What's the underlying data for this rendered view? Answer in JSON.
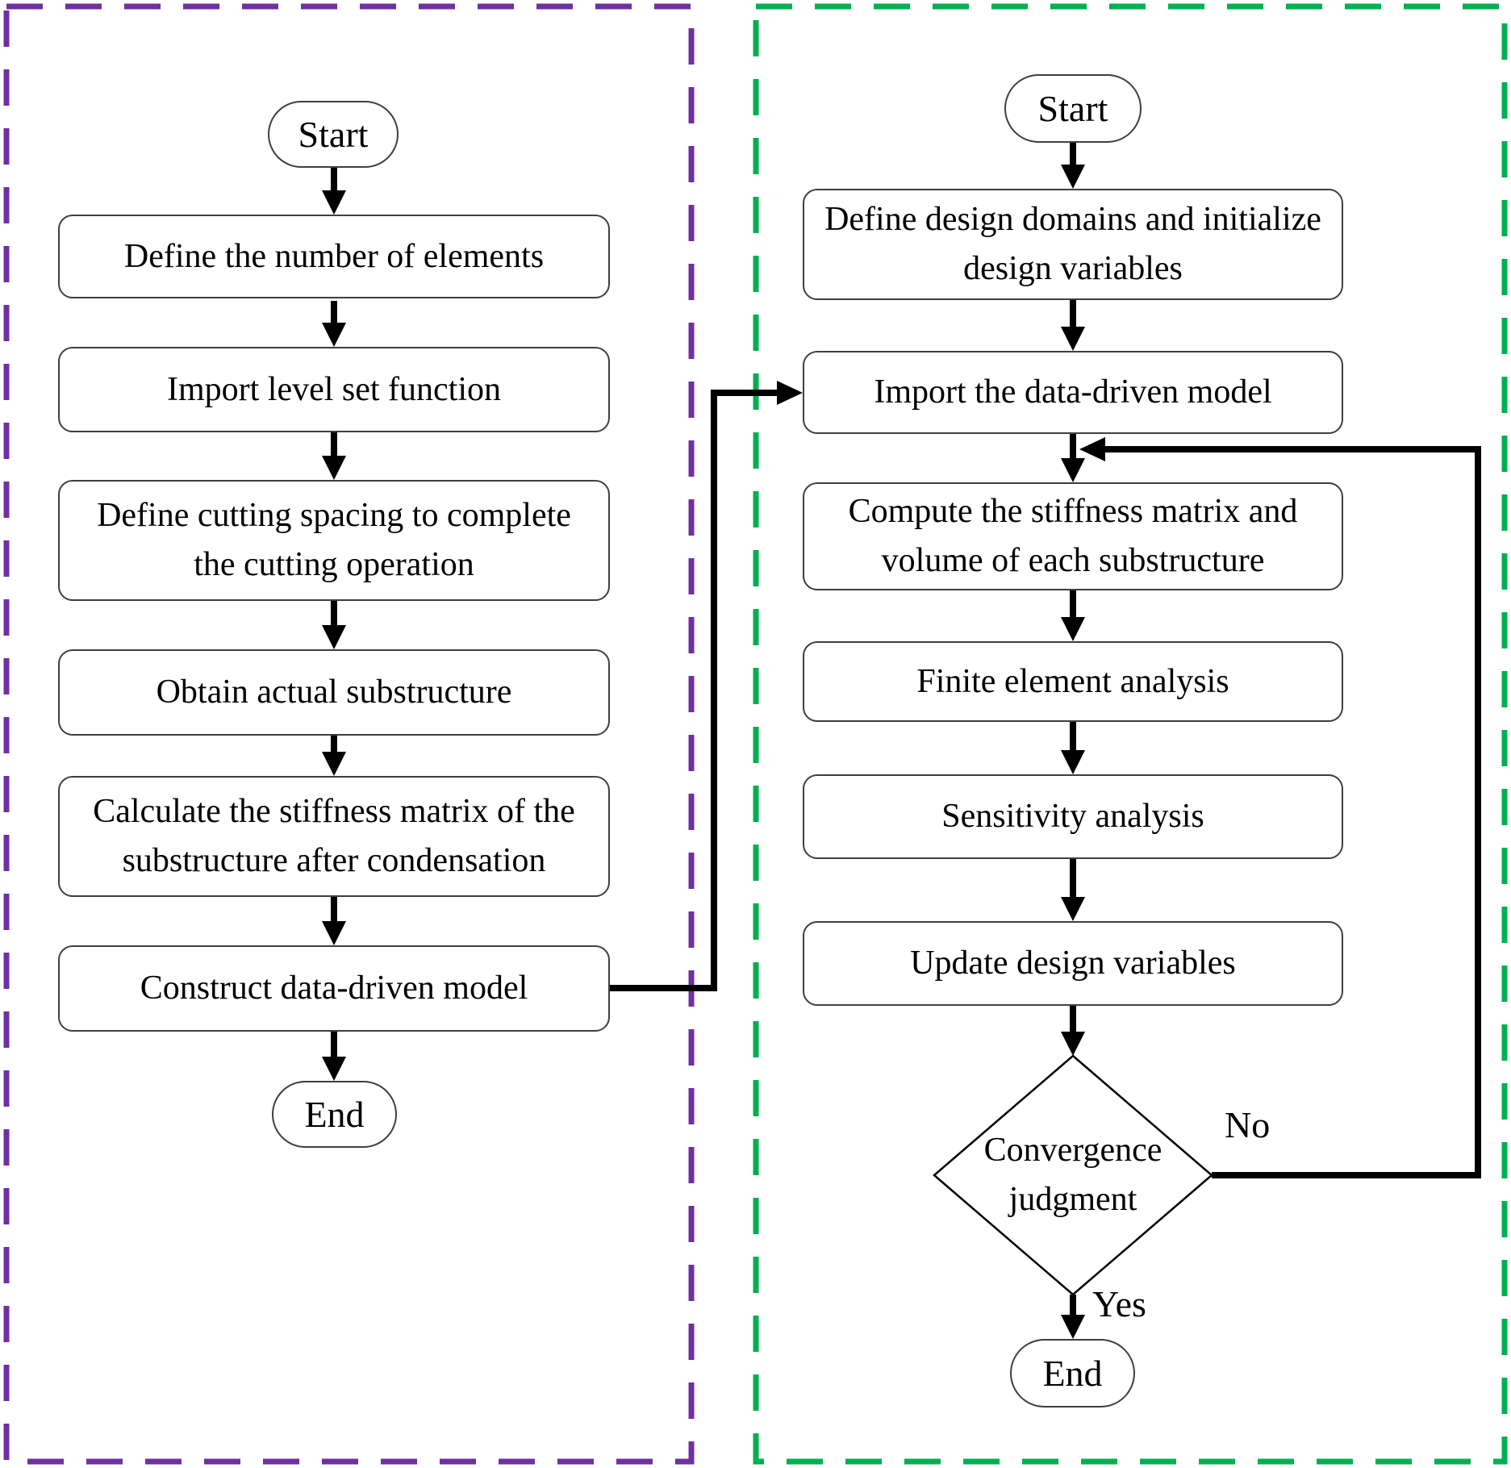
{
  "diagram": {
    "line_color": "#000000",
    "node_border_color": "#3f3f3f",
    "left_panel": {
      "border_color": "#7030A0",
      "start_label": "Start",
      "steps": [
        "Define the number of elements",
        "Import level set function",
        "Define cutting spacing to complete\nthe cutting operation",
        "Obtain actual substructure",
        "Calculate the stiffness matrix of the\nsubstructure after condensation",
        "Construct data-driven model"
      ],
      "end_label": "End"
    },
    "right_panel": {
      "border_color": "#00B050",
      "start_label": "Start",
      "steps": [
        "Define design domains and initialize\ndesign variables",
        "Import the data-driven model",
        "Compute the stiffness matrix and\nvolume of each substructure",
        "Finite element analysis",
        "Sensitivity analysis",
        "Update design variables"
      ],
      "decision_label": "Convergence\njudgment",
      "no_label": "No",
      "yes_label": "Yes",
      "end_label": "End"
    }
  }
}
